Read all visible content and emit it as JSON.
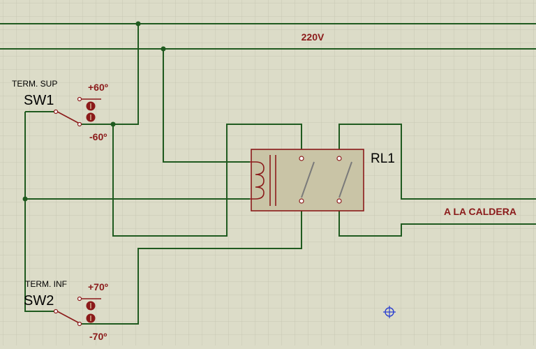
{
  "colors": {
    "background": "#dcdcc8",
    "grid": "#c7c7b3",
    "wire": "#1f5a1f",
    "component": "#8b1a1a",
    "relay_body": "#c9c4a6"
  },
  "labels": {
    "voltage": "220V",
    "caldera": "A LA CALDERA",
    "relay_name": "RL1",
    "sw1_title": "TERM. SUP",
    "sw1_name": "SW1",
    "sw1_high": "+60º",
    "sw1_low": "-60º",
    "sw2_title": "TERM. INF",
    "sw2_name": "SW2",
    "sw2_high": "+70º",
    "sw2_low": "-70º"
  },
  "icons": {
    "cursor": "crosshair-icon"
  }
}
